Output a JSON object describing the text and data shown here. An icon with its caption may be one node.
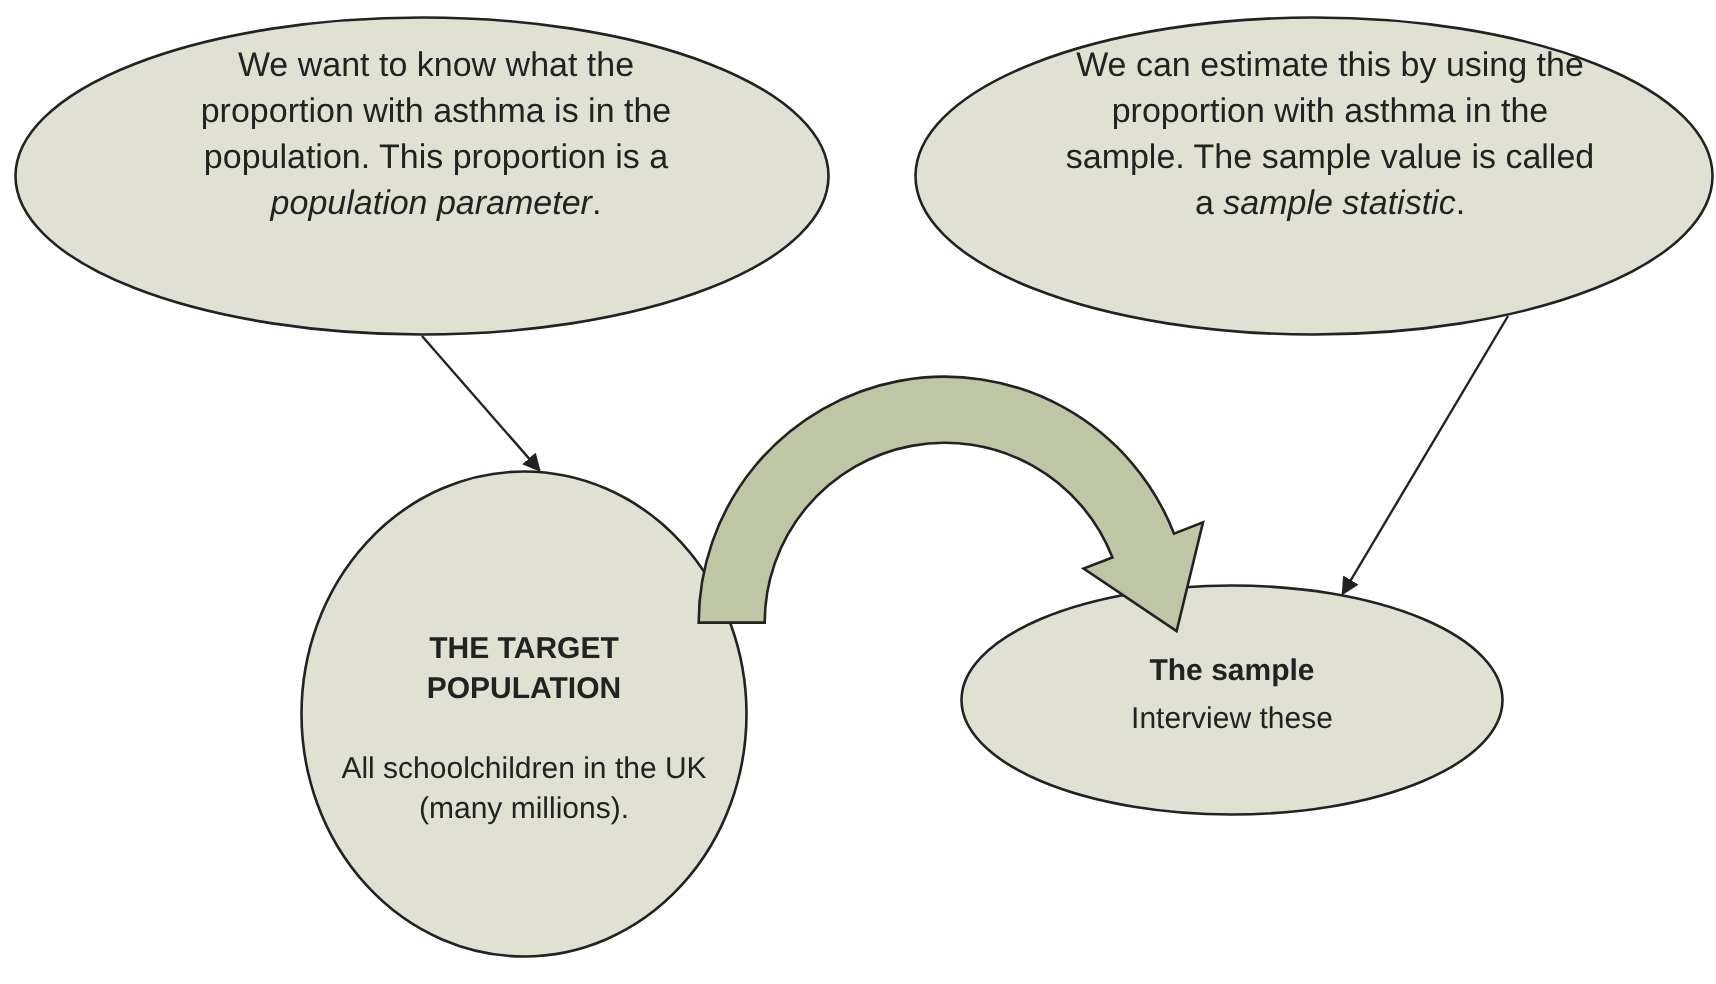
{
  "diagram": {
    "nodes": [
      {
        "text": [
          "We want to know what the proportion with asthma is in the population. This proportion is a *population parameter*."
        ]
      },
      {
        "text": [
          "We can estimate this by using the proportion with asthma in the sample. The sample value is called a *sample statistic*."
        ]
      },
      {
        "text": [
          "THE TARGET POPULATION",
          "All schoolchildren in the UK (many millions)."
        ]
      },
      {
        "text": [
          "The sample",
          "Interview these"
        ]
      }
    ],
    "edges": [
      {
        "from": 0,
        "to": 2,
        "arrow": "to"
      },
      {
        "from": 1,
        "to": 3,
        "arrow": "to"
      },
      {
        "from": 2,
        "to": 3,
        "arrow": "to",
        "style": "thick",
        "color": "#bfc6a5"
      }
    ]
  }
}
